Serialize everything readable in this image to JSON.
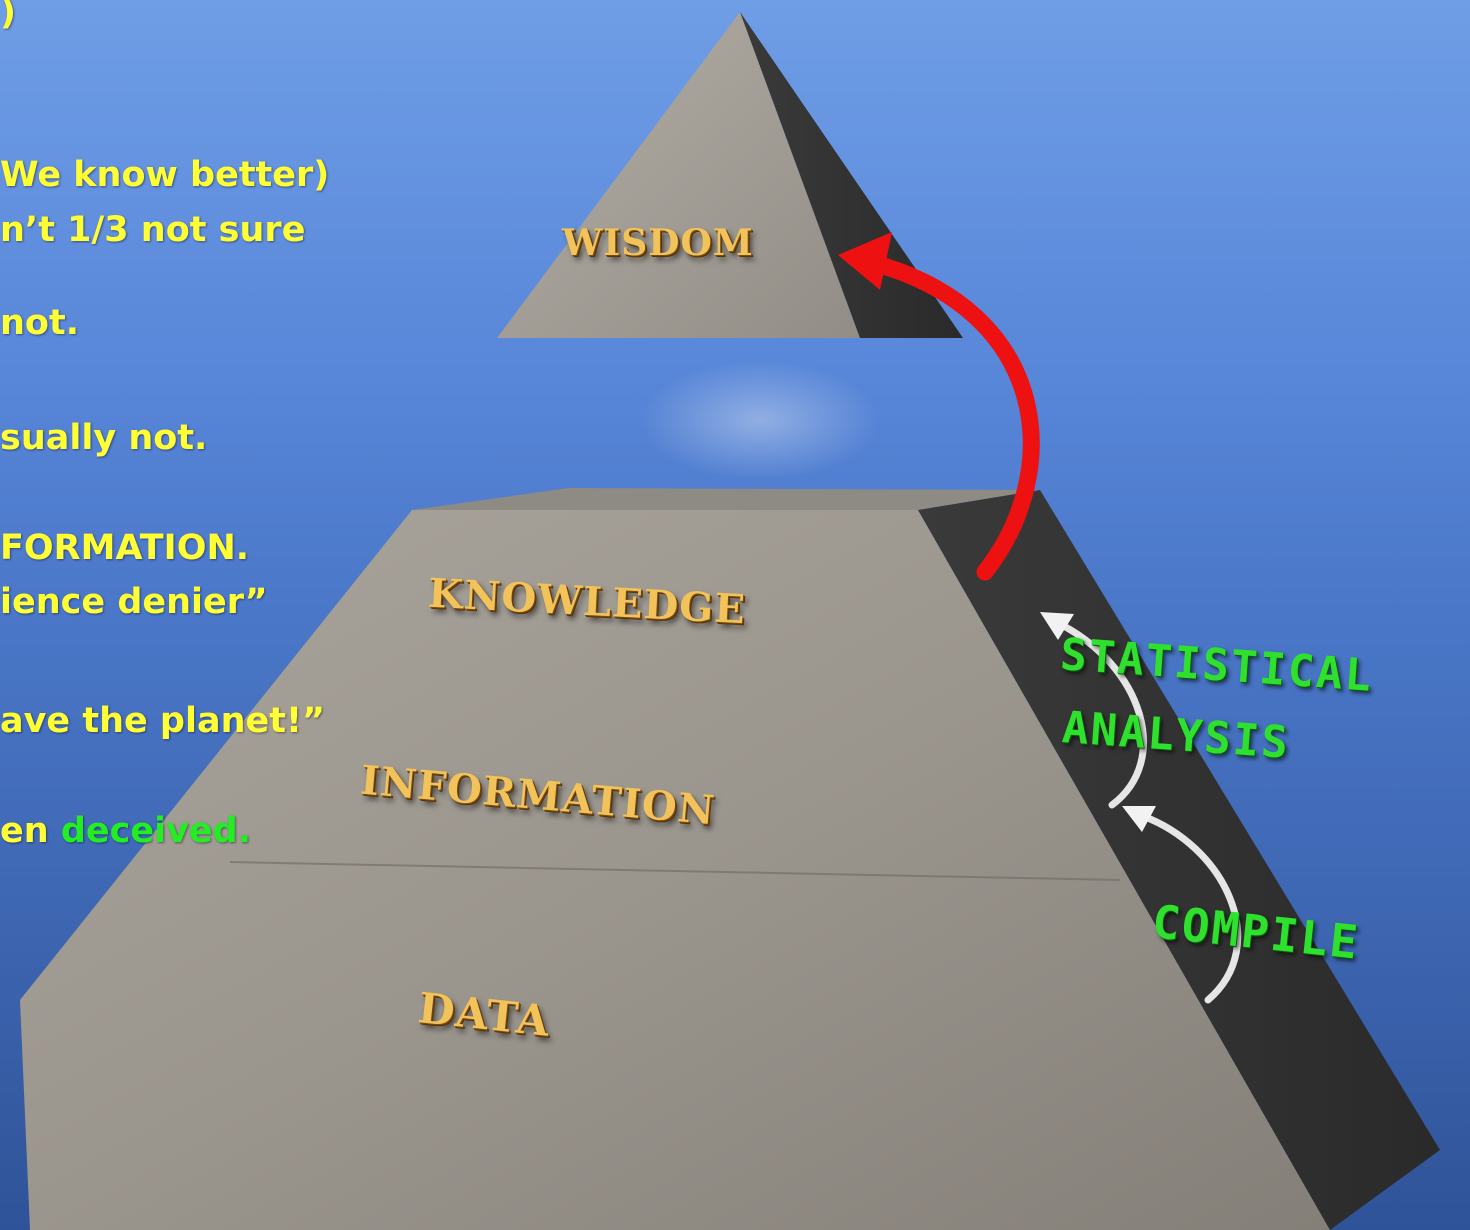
{
  "left_text": {
    "line1": ")",
    "line2": "We know better)",
    "line3": "n’t 1/3 not sure",
    "line4": "not.",
    "line5": "sually not.",
    "line6": "FORMATION.",
    "line7": "ience denier”",
    "line8": "ave the planet!”",
    "line9_prefix": "en ",
    "line9_highlight": "deceived."
  },
  "pyramid": {
    "levels": [
      "WISDOM",
      "KNOWLEDGE",
      "INFORMATION",
      "DATA"
    ],
    "processes": [
      "STATISTICAL",
      "ANALYSIS",
      "COMPILE"
    ]
  },
  "colors": {
    "text_yellow": "#ffff33",
    "highlight_green": "#22ee22",
    "arrow_red": "#ee1111",
    "label_gold": "#f1c35a",
    "process_green": "#2fe02f"
  }
}
